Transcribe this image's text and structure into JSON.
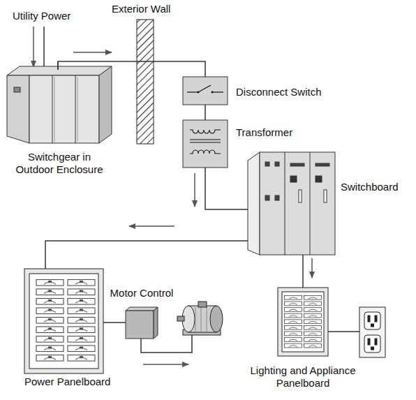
{
  "diagram": {
    "nodes": [
      {
        "text": [
          "Switchgear in Outdoor Enclosure"
        ]
      },
      {
        "text": [
          "Disconnect Switch"
        ]
      },
      {
        "text": [
          "Transformer"
        ]
      },
      {
        "text": [
          "Switchboard"
        ]
      },
      {
        "text": [
          "Power Panelboard"
        ]
      },
      {
        "text": [
          "Motor Control"
        ]
      },
      {
        "text": [
          "Lighting and Appliance Panelboard"
        ]
      }
    ],
    "edges": [
      {
        "from": 0,
        "to": 1,
        "arrow": "none"
      },
      {
        "from": 1,
        "to": 2,
        "arrow": "none"
      },
      {
        "from": 2,
        "to": 3,
        "arrow": "none"
      },
      {
        "from": 3,
        "to": 4,
        "arrow": "none"
      },
      {
        "from": 4,
        "to": 5,
        "arrow": "none"
      },
      {
        "from": 3,
        "to": 6,
        "arrow": "none"
      }
    ],
    "labels": [
      "Utility Power",
      "Exterior Wall"
    ]
  }
}
